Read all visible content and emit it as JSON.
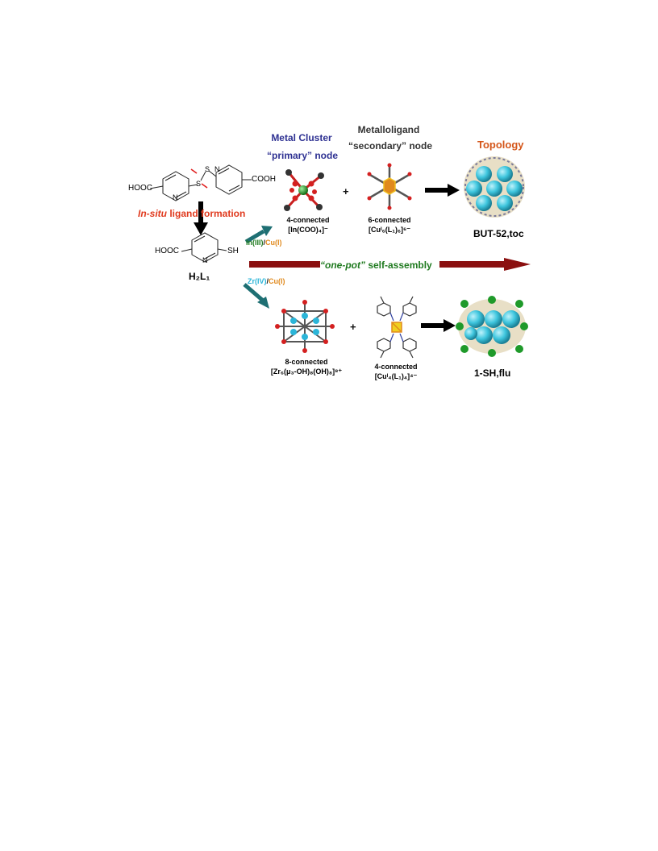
{
  "headers": {
    "metal_cluster": "Metal Cluster",
    "primary_node": "“primary” node",
    "metalloligand": "Metalloligand",
    "secondary_node": "“secondary” node",
    "topology": "Topology"
  },
  "ligand": {
    "disulfide_left": "HOOC",
    "disulfide_right": "COOH",
    "n_left": "N",
    "n_right": "N",
    "s1": "S",
    "s2": "S",
    "insitu_ital": "In-situ",
    "insitu_rest": " ligand formation",
    "thiol_hooc": "HOOC",
    "thiol_sh": "SH",
    "thiol_n": "N",
    "h2l1": "H₂L₁"
  },
  "top_route": {
    "reagent_in": "In(III)",
    "reagent_sep": "/",
    "reagent_cu": "Cu(I)",
    "cluster_connected": "4-connected",
    "cluster_formula": "[In(COO)₄]⁻",
    "metalloligand_connected": "6-connected",
    "metalloligand_formula": "[Cuᴵ₆(L₁)₆]⁶⁻",
    "product": "BUT-52,toc"
  },
  "middle": {
    "one_pot": "“one-pot”",
    "self_assembly": " self-assembly"
  },
  "bottom_route": {
    "reagent_zr": "Zr(IV)",
    "reagent_sep": "/",
    "reagent_cu": "Cu(I)",
    "cluster_connected": "8-connected",
    "cluster_formula": "[Zr₆(μ₃-OH)₈(OH)₈]⁸⁺",
    "metalloligand_connected": "4-connected",
    "metalloligand_formula": "[Cuᴵ₄(L₁)₄]⁴⁻",
    "product": "1-SH,flu"
  },
  "plus_sign": "+",
  "colors": {
    "blue_header": "#2e3192",
    "orange_header": "#d4561a",
    "red_text": "#e03a1e",
    "green_text": "#1f7a1f",
    "teal_arrow": "#1e6f73",
    "darkred_arrow": "#8b1010",
    "cyan_zr": "#2bb5d8",
    "cu_orange": "#e08a1e",
    "in_green": "#1f9a2a"
  }
}
